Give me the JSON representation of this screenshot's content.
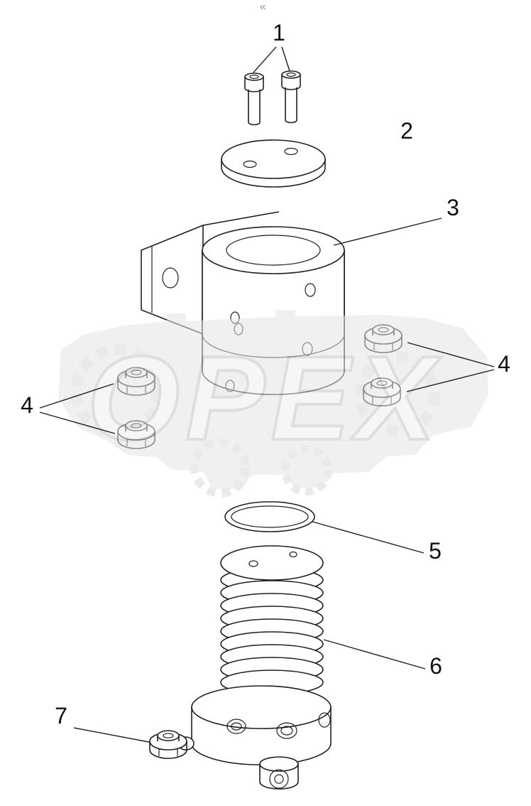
{
  "page": {
    "top_mark": "«",
    "background": "#ffffff"
  },
  "watermark": {
    "text": "OPEX"
  },
  "callouts": [
    {
      "label": "1"
    },
    {
      "label": "2"
    },
    {
      "label": "3"
    },
    {
      "label": "4"
    },
    {
      "label": "4"
    },
    {
      "label": "5"
    },
    {
      "label": "6"
    },
    {
      "label": "7"
    }
  ],
  "colors": {
    "line": "#1f1f1f",
    "watermark_band": "#e4e4e4",
    "watermark_letter": "#efefef",
    "watermark_letter_stroke": "#c4c4c4",
    "watermark_gear": "#dadada"
  }
}
